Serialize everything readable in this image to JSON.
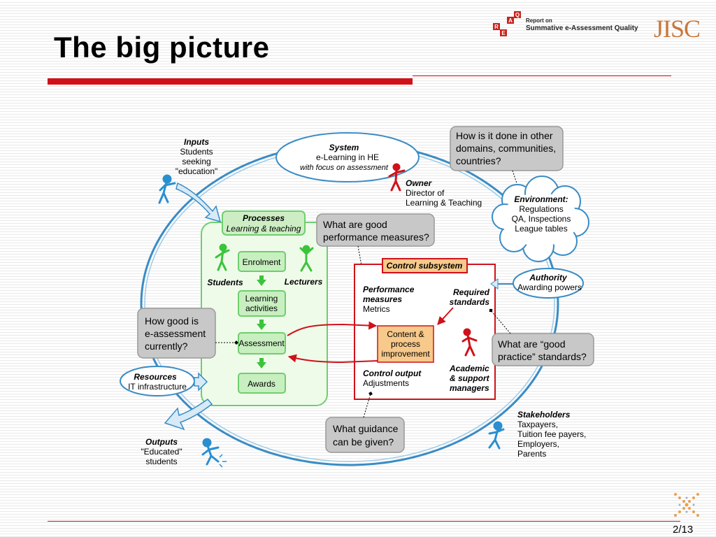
{
  "slide": {
    "title": "The big picture",
    "page_number": "2/13"
  },
  "header": {
    "report_line1": "Report on",
    "report_line2": "Summative e-Assessment Quality",
    "reaq_letters": [
      "R",
      "E",
      "A",
      "Q"
    ],
    "jisc": "JISC"
  },
  "diagram": {
    "system": {
      "label": "System",
      "line1": "e-Learning in HE",
      "line2": "with focus on assessment"
    },
    "inputs": {
      "label": "Inputs",
      "line1": "Students",
      "line2": "seeking",
      "line3": "\"education\""
    },
    "owner": {
      "label": "Owner",
      "line1": "Director of",
      "line2": "Learning & Teaching"
    },
    "question_other_domains": [
      "How is it done in other",
      "domains, communities,",
      "countries?"
    ],
    "environment": {
      "label": "Environment:",
      "line1": "Regulations",
      "line2": "QA, Inspections",
      "line3": "League tables"
    },
    "processes": {
      "label": "Processes",
      "subtitle": "Learning & teaching"
    },
    "question_performance": [
      "What are good",
      "performance measures?"
    ],
    "students": "Students",
    "lecturers": "Lecturers",
    "process_steps": {
      "enrolment": "Enrolment",
      "learning": [
        "Learning",
        "activities"
      ],
      "assessment": "Assessment",
      "awards": "Awards"
    },
    "control_subsystem": {
      "title": "Control subsystem",
      "performance": [
        "Performance",
        "measures",
        "Metrics"
      ],
      "required": [
        "Required",
        "standards"
      ],
      "content": [
        "Content &",
        "process",
        "improvement"
      ],
      "control_output": {
        "label": "Control output",
        "value": "Adjustments"
      },
      "managers": [
        "Academic",
        "& support",
        "managers"
      ]
    },
    "authority": {
      "label": "Authority",
      "value": "Awarding powers"
    },
    "question_how_good": [
      "How good is",
      "e-assessment",
      "currently?"
    ],
    "question_good_practice": [
      "What are “good",
      "practice” standards?"
    ],
    "resources": {
      "label": "Resources",
      "value": "IT infrastructure"
    },
    "outputs": {
      "label": "Outputs",
      "line1": "\"Educated\"",
      "line2": "students"
    },
    "question_guidance": [
      "What guidance",
      "can be given?"
    ],
    "stakeholders": {
      "label": "Stakeholders",
      "items": [
        "Taxpayers,",
        "Tuition fee payers,",
        "Employers,",
        "Parents"
      ]
    }
  },
  "colors": {
    "accent_red": "#d0111a",
    "diagram_blue": "#3a8cc4",
    "process_green": "#6fce6f",
    "question_gray": "#c8c8c8",
    "control_orange": "#f7c98a",
    "jisc": "#c8783a"
  }
}
